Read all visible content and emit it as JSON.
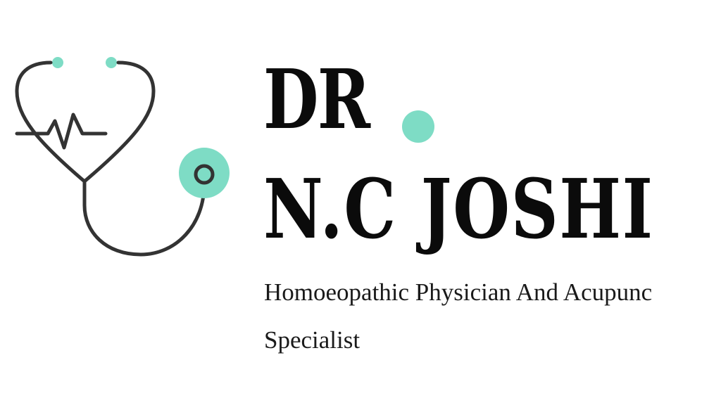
{
  "logo": {
    "icon": "stethoscope-heartbeat-icon",
    "colors": {
      "stroke": "#333333",
      "accent": "#7edcc5"
    }
  },
  "heading": {
    "line1": "DR",
    "line2": "N.C JOSHI",
    "accent_color": "#7edcc5"
  },
  "tagline": {
    "line1": "Homoeopathic Physician And Acupunc",
    "line2": "Specialist"
  }
}
